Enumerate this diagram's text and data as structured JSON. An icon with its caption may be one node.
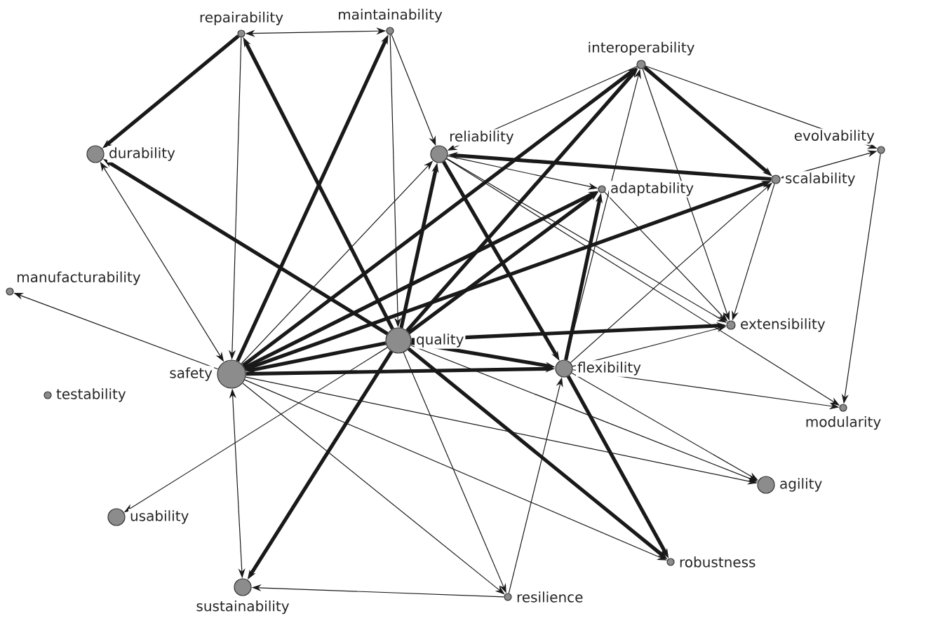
{
  "diagram": {
    "nodes": [
      {
        "text": [
          "repairability"
        ]
      },
      {
        "text": [
          "maintainability"
        ]
      },
      {
        "text": [
          "interoperability"
        ]
      },
      {
        "text": [
          "durability"
        ]
      },
      {
        "text": [
          "reliability"
        ]
      },
      {
        "text": [
          "evolvability"
        ]
      },
      {
        "text": [
          "adaptability"
        ]
      },
      {
        "text": [
          "scalability"
        ]
      },
      {
        "text": [
          "manufacturability"
        ]
      },
      {
        "text": [
          "extensibility"
        ]
      },
      {
        "text": [
          "quality"
        ]
      },
      {
        "text": [
          "safety"
        ]
      },
      {
        "text": [
          "flexibility"
        ]
      },
      {
        "text": [
          "testability"
        ]
      },
      {
        "text": [
          "modularity"
        ]
      },
      {
        "text": [
          "agility"
        ]
      },
      {
        "text": [
          "usability"
        ]
      },
      {
        "text": [
          "robustness"
        ]
      },
      {
        "text": [
          "sustainability"
        ]
      },
      {
        "text": [
          "resilience"
        ]
      }
    ],
    "edges": [
      {
        "from": 0,
        "to": 1,
        "arrow": "both"
      },
      {
        "from": 0,
        "to": 3,
        "arrow": "to",
        "style": "thick"
      },
      {
        "from": 0,
        "to": 11,
        "arrow": "to"
      },
      {
        "from": 10,
        "to": 0,
        "arrow": "to",
        "style": "thick"
      },
      {
        "from": 11,
        "to": 1,
        "arrow": "to",
        "style": "thick"
      },
      {
        "from": 1,
        "to": 10,
        "arrow": "to"
      },
      {
        "from": 1,
        "to": 4,
        "arrow": "to"
      },
      {
        "from": 11,
        "to": 3,
        "arrow": "both"
      },
      {
        "from": 10,
        "to": 3,
        "arrow": "to",
        "style": "thick"
      },
      {
        "from": 11,
        "to": 8,
        "arrow": "to"
      },
      {
        "from": 11,
        "to": 4,
        "arrow": "to"
      },
      {
        "from": 10,
        "to": 4,
        "arrow": "to",
        "style": "thick"
      },
      {
        "from": 2,
        "to": 4,
        "arrow": "to"
      },
      {
        "from": 7,
        "to": 4,
        "arrow": "to",
        "style": "thick"
      },
      {
        "from": 4,
        "to": 6,
        "arrow": "to"
      },
      {
        "from": 4,
        "to": 9,
        "arrow": "to"
      },
      {
        "from": 4,
        "to": 12,
        "arrow": "to",
        "style": "thick"
      },
      {
        "from": 4,
        "to": 14,
        "arrow": "to"
      },
      {
        "from": 11,
        "to": 2,
        "arrow": "to",
        "style": "thick"
      },
      {
        "from": 10,
        "to": 2,
        "arrow": "to",
        "style": "thick"
      },
      {
        "from": 12,
        "to": 2,
        "arrow": "to"
      },
      {
        "from": 2,
        "to": 9,
        "arrow": "to"
      },
      {
        "from": 2,
        "to": 7,
        "arrow": "to",
        "style": "thick"
      },
      {
        "from": 2,
        "to": 5,
        "arrow": "to"
      },
      {
        "from": 7,
        "to": 5,
        "arrow": "both"
      },
      {
        "from": 5,
        "to": 14,
        "arrow": "to"
      },
      {
        "from": 7,
        "to": 9,
        "arrow": "to"
      },
      {
        "from": 6,
        "to": 9,
        "arrow": "to"
      },
      {
        "from": 11,
        "to": 6,
        "arrow": "to",
        "style": "thick"
      },
      {
        "from": 10,
        "to": 6,
        "arrow": "to",
        "style": "thick"
      },
      {
        "from": 12,
        "to": 6,
        "arrow": "to",
        "style": "thick"
      },
      {
        "from": 11,
        "to": 7,
        "arrow": "to",
        "style": "thick"
      },
      {
        "from": 12,
        "to": 7,
        "arrow": "to"
      },
      {
        "from": 10,
        "to": 9,
        "arrow": "to",
        "style": "thick"
      },
      {
        "from": 12,
        "to": 9,
        "arrow": "to"
      },
      {
        "from": 10,
        "to": 11,
        "arrow": "to",
        "style": "thick"
      },
      {
        "from": 11,
        "to": 12,
        "arrow": "to",
        "style": "thick"
      },
      {
        "from": 10,
        "to": 12,
        "arrow": "to",
        "style": "thick"
      },
      {
        "from": 12,
        "to": 14,
        "arrow": "to"
      },
      {
        "from": 10,
        "to": 15,
        "arrow": "to"
      },
      {
        "from": 11,
        "to": 15,
        "arrow": "to"
      },
      {
        "from": 12,
        "to": 15,
        "arrow": "to"
      },
      {
        "from": 10,
        "to": 17,
        "arrow": "to",
        "style": "thick"
      },
      {
        "from": 12,
        "to": 17,
        "arrow": "to",
        "style": "thick"
      },
      {
        "from": 11,
        "to": 17,
        "arrow": "to"
      },
      {
        "from": 10,
        "to": 19,
        "arrow": "to"
      },
      {
        "from": 11,
        "to": 19,
        "arrow": "to"
      },
      {
        "from": 19,
        "to": 12,
        "arrow": "to"
      },
      {
        "from": 11,
        "to": 18,
        "arrow": "both"
      },
      {
        "from": 10,
        "to": 18,
        "arrow": "to",
        "style": "thick"
      },
      {
        "from": 19,
        "to": 18,
        "arrow": "to"
      },
      {
        "from": 10,
        "to": 16,
        "arrow": "to"
      }
    ]
  }
}
